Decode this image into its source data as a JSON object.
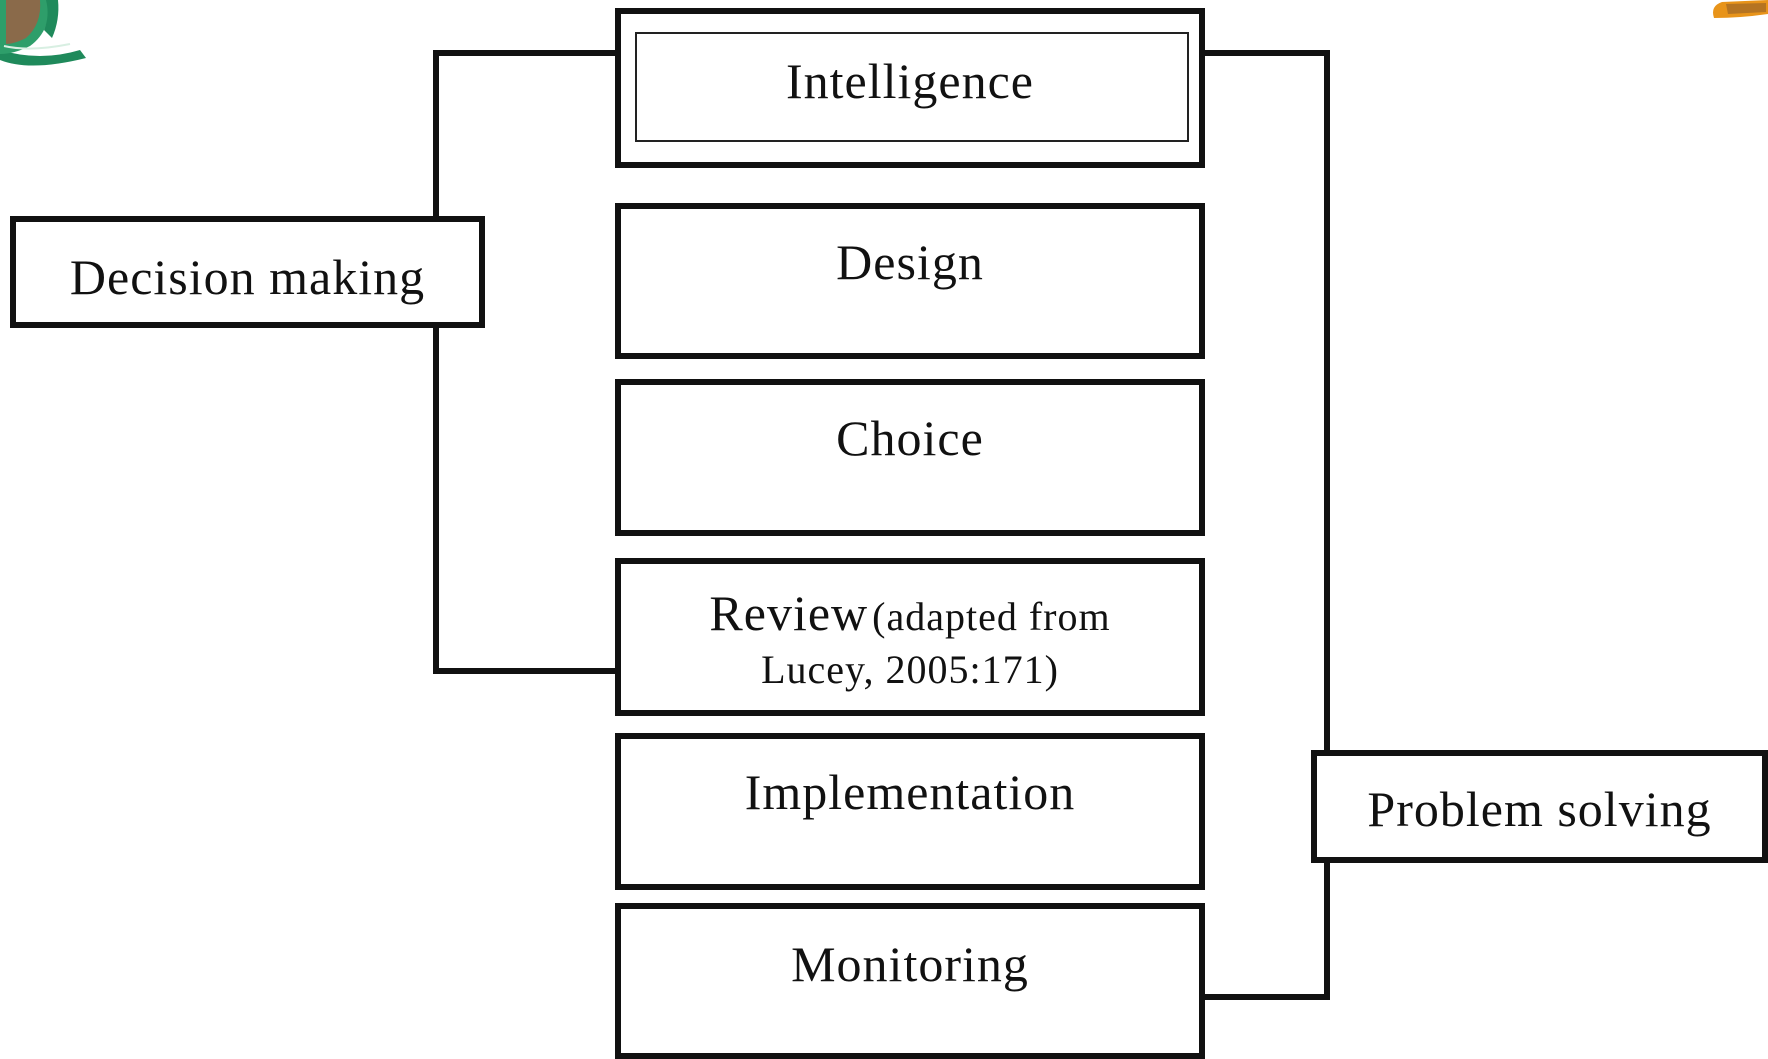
{
  "diagram": {
    "stages": [
      {
        "id": "intelligence",
        "label": "Intelligence"
      },
      {
        "id": "design",
        "label": "Design"
      },
      {
        "id": "choice",
        "label": "Choice"
      },
      {
        "id": "review",
        "label": "Review",
        "note_line1": "(adapted from",
        "note_line2": "Lucey, 2005:171)"
      },
      {
        "id": "implementation",
        "label": "Implementation"
      },
      {
        "id": "monitoring",
        "label": "Monitoring"
      }
    ],
    "groups": {
      "decision_making": {
        "label": "Decision making"
      },
      "problem_solving": {
        "label": "Problem solving"
      }
    }
  },
  "colors": {
    "stroke": "#111111",
    "background": "#ffffff",
    "logo_green": "#1f8a5b",
    "logo_orange": "#e8941a"
  },
  "icons": {
    "top_left": "institution-seal-icon",
    "top_right": "institution-logo-icon"
  }
}
